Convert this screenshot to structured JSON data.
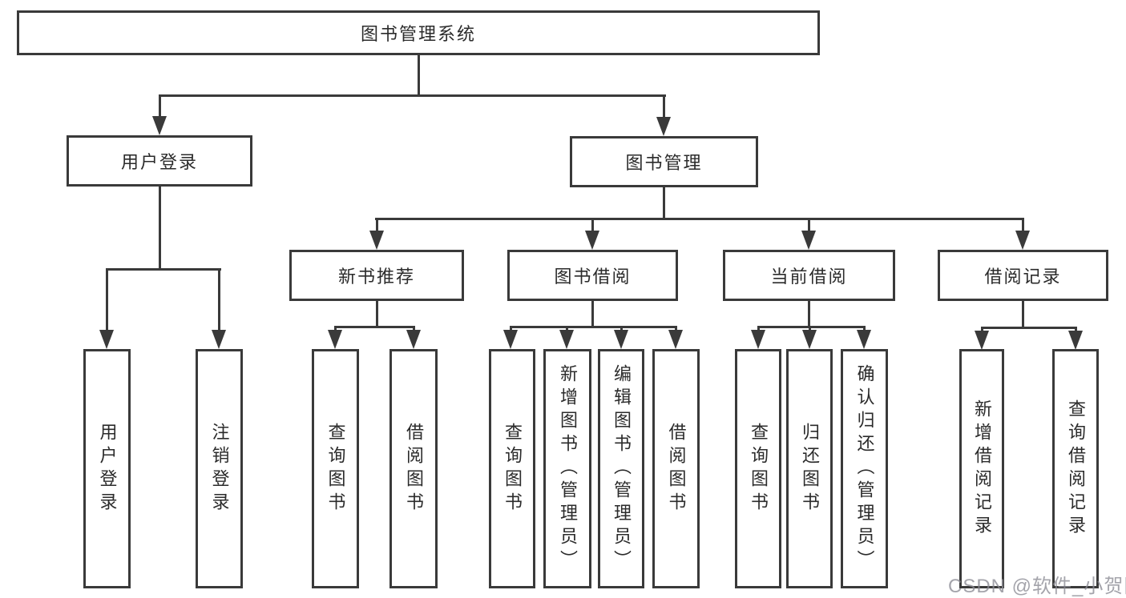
{
  "colors": {
    "line": "#3a3a3a",
    "box_border": "#3a3a3a",
    "box_fill": "#ffffff",
    "text": "#2b2b2b",
    "watermark": "#8a8a94"
  },
  "tree": {
    "root": {
      "label": "图书管理系统"
    },
    "branches": [
      {
        "label": "用户登录",
        "children": [
          {
            "label": "用户登录"
          },
          {
            "label": "注销登录"
          }
        ]
      },
      {
        "label": "图书管理",
        "children": [
          {
            "label": "新书推荐",
            "children": [
              {
                "label": "查询图书"
              },
              {
                "label": "借阅图书"
              }
            ]
          },
          {
            "label": "图书借阅",
            "children": [
              {
                "label": "查询图书"
              },
              {
                "label": "新增图书（管理员）"
              },
              {
                "label": "编辑图书（管理员）"
              },
              {
                "label": "借阅图书"
              }
            ]
          },
          {
            "label": "当前借阅",
            "children": [
              {
                "label": "查询图书"
              },
              {
                "label": "归还图书"
              },
              {
                "label": "确认归还（管理员）"
              }
            ]
          },
          {
            "label": "借阅记录",
            "children": [
              {
                "label": "新增借阅记录"
              },
              {
                "label": "查询借阅记录"
              }
            ]
          }
        ]
      }
    ]
  },
  "watermark": {
    "text": "CSDN @软件_小贺同学"
  }
}
